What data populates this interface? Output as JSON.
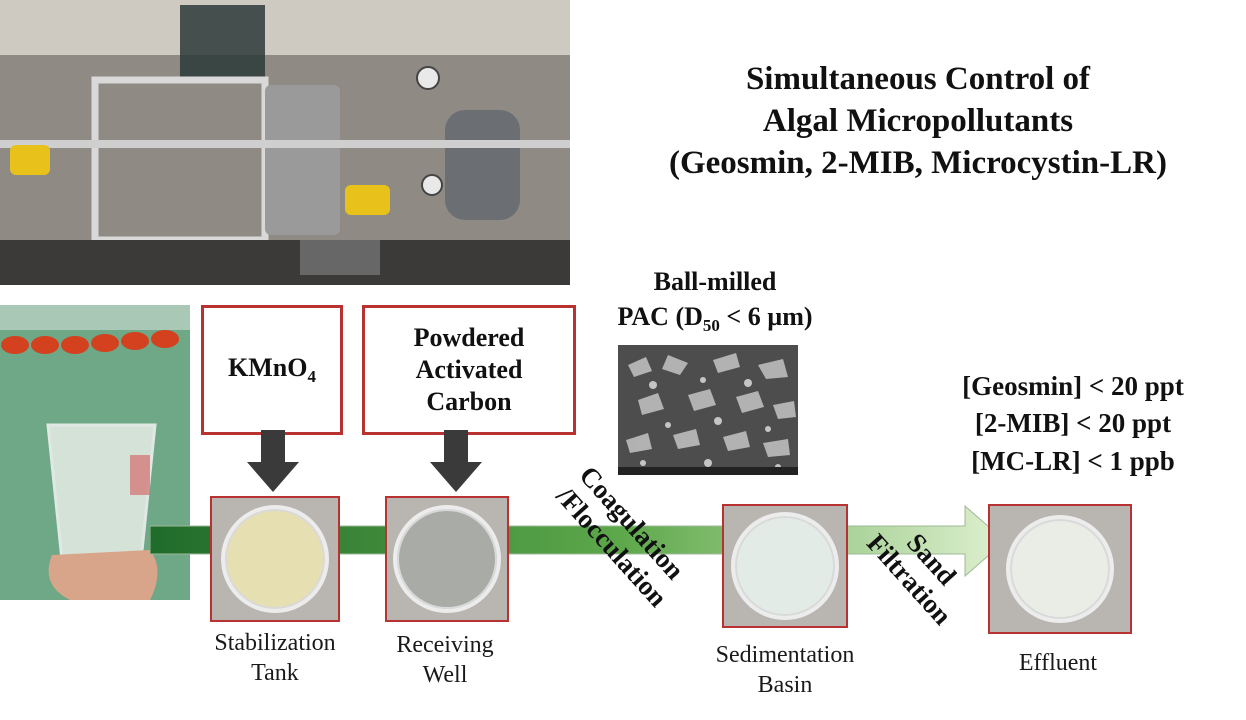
{
  "title": {
    "line1": "Simultaneous Control of",
    "line2": "Algal Micropollutants",
    "line3": "(Geosmin, 2-MIB, Microcystin-LR)"
  },
  "additives": {
    "kmno4_base": "KMnO",
    "kmno4_sub": "4",
    "pac_line1": "Powdered",
    "pac_line2": "Activated",
    "pac_line3": "Carbon"
  },
  "pac_spec": {
    "line1": "Ball-milled",
    "line2_pre": "PAC (D",
    "line2_sub": "50",
    "line2_post": " < 6 µm)"
  },
  "targets": [
    "[Geosmin] < 20 ppt",
    "[2-MIB] < 20 ppt",
    "[MC-LR] < 1 ppb"
  ],
  "processes": {
    "coag_line1": "Coagulation",
    "coag_line2": "/Flocculation",
    "sand_line1": "Sand",
    "sand_line2": "Filtration"
  },
  "stages": [
    {
      "line1": "Stabilization",
      "line2": "Tank"
    },
    {
      "line1": "Receiving",
      "line2": "Well"
    },
    {
      "line1": "Sedimentation",
      "line2": "Basin"
    },
    {
      "line1": "Effluent",
      "line2": ""
    }
  ],
  "colors": {
    "accent_red": "#b83232",
    "arrow_green_dark": "#1f6b2a",
    "arrow_green_light": "#dff0d0",
    "down_arrow": "#3a3a3a"
  }
}
